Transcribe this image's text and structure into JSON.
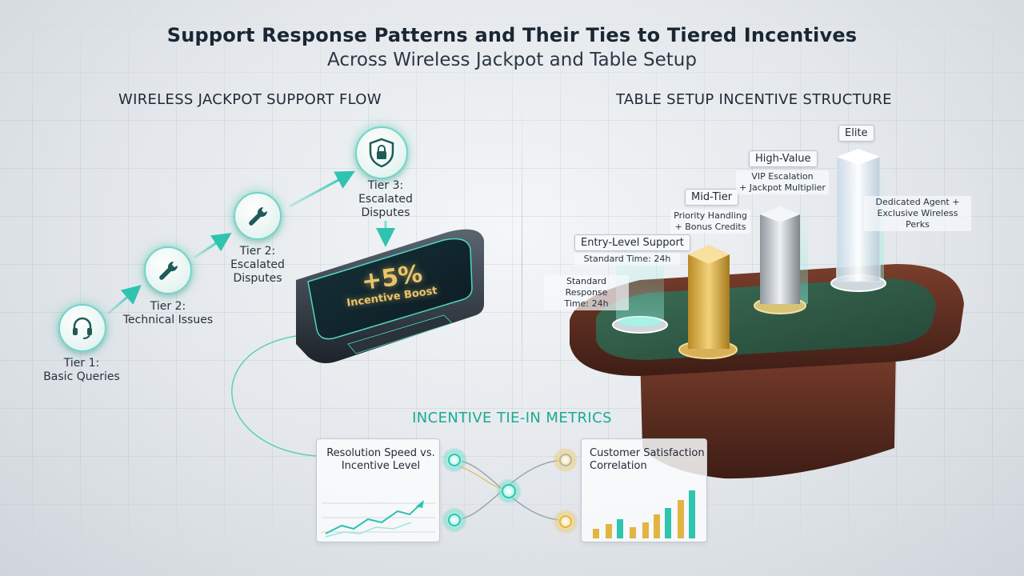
{
  "title": "Support Response Patterns and Their Ties to Tiered Incentives",
  "subtitle": "Across Wireless Jackpot and Table Setup",
  "left_section": {
    "heading": "WIRELESS JACKPOT SUPPORT FLOW",
    "tiers": [
      {
        "line1": "Tier 1:",
        "line2": "Basic Queries",
        "icon": "headset-icon"
      },
      {
        "line1": "Tier 2:",
        "line2": "Technical Issues",
        "icon": "wrench-icon"
      },
      {
        "line1": "Tier 2:",
        "line2": "Escalated",
        "line3": "Disputes",
        "icon": "wrench-icon"
      },
      {
        "line1": "Tier 3:",
        "line2": "Escalated",
        "line3": "Disputes",
        "icon": "shield-lock-icon"
      }
    ],
    "device": {
      "value": "+5%",
      "label": "Incentive Boost"
    }
  },
  "right_section": {
    "heading": "TABLE SETUP INCENTIVE STRUCTURE",
    "levels": [
      {
        "tag": "Entry-Level Support",
        "note": "Standard Time: 24h",
        "side_note_1": "Standard Response",
        "side_note_2": "Time: 24h"
      },
      {
        "tag": "Mid-Tier",
        "note1": "Priority Handling",
        "note2": "+ Bonus Credits"
      },
      {
        "tag": "High-Value",
        "note1": "VIP Escalation",
        "note2": "+ Jackpot Multiplier"
      },
      {
        "tag": "Elite",
        "note1": "Dedicated Agent +",
        "note2": "Exclusive Wireless Perks"
      }
    ]
  },
  "metrics": {
    "heading": "INCENTIVE TIE-IN METRICS",
    "left_card": {
      "line1": "Resolution Speed vs.",
      "line2": "Incentive Level"
    },
    "right_card": {
      "line1": "Customer Satisfaction",
      "line2": "Correlation"
    }
  },
  "colors": {
    "teal": "#2ec4b0",
    "gold": "#e2b443",
    "felt": "#2f5a45",
    "wood": "#5a2e22"
  }
}
